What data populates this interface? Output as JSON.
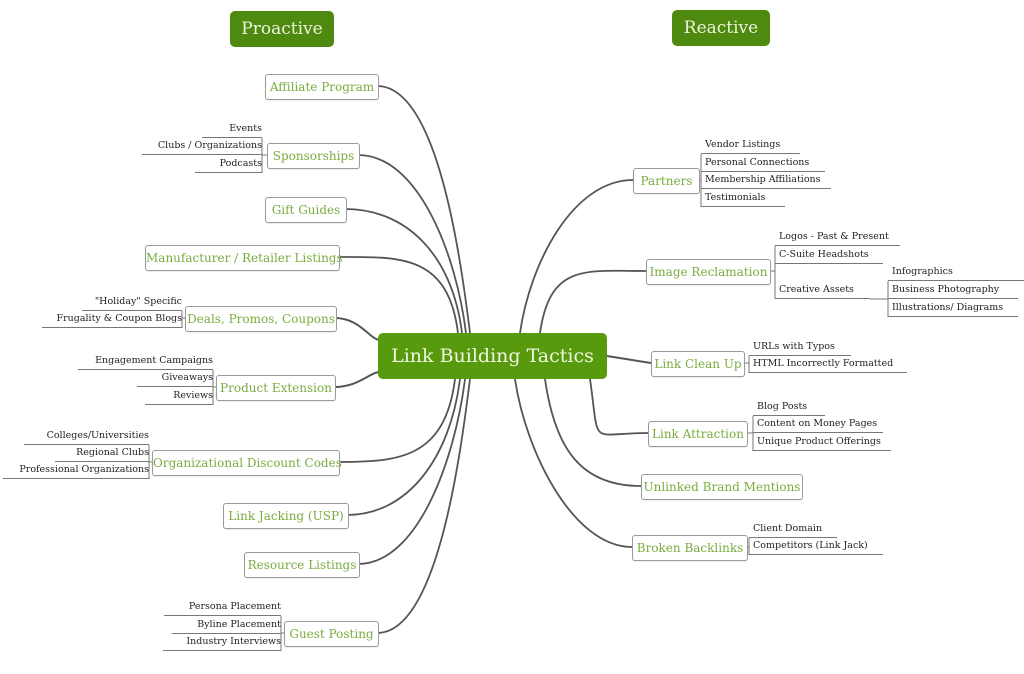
{
  "headers": {
    "proactive": "Proactive",
    "reactive": "Reactive"
  },
  "center": "Link Building Tactics",
  "colors": {
    "header_green": "#4f8a10",
    "center_green": "#589a0e",
    "branch_text": "#7aac3f",
    "connector": "#555555"
  },
  "proactive": [
    {
      "label": "Affiliate Program",
      "children": []
    },
    {
      "label": "Sponsorships",
      "children": [
        "Events",
        "Clubs / Organizations",
        "Podcasts"
      ]
    },
    {
      "label": "Gift Guides",
      "children": []
    },
    {
      "label": "Manufacturer / Retailer Listings",
      "children": []
    },
    {
      "label": "Deals, Promos, Coupons",
      "children": [
        "\"Holiday\" Specific",
        "Frugality & Coupon Blogs"
      ]
    },
    {
      "label": "Product Extension",
      "children": [
        "Engagement Campaigns",
        "Giveaways",
        "Reviews"
      ]
    },
    {
      "label": "Organizational Discount Codes",
      "children": [
        "Colleges/Universities",
        "Regional Clubs",
        "Professional Organizations"
      ]
    },
    {
      "label": "Link Jacking (USP)",
      "children": []
    },
    {
      "label": "Resource Listings",
      "children": []
    },
    {
      "label": "Guest Posting",
      "children": [
        "Persona Placement",
        "Byline Placement",
        "Industry Interviews"
      ]
    }
  ],
  "reactive": [
    {
      "label": "Partners",
      "children": [
        "Vendor Listings",
        "Personal Connections",
        "Membership Affiliations",
        "Testimonials"
      ]
    },
    {
      "label": "Image Reclamation",
      "children": [
        "Logos - Past & Present",
        "C-Suite Headshots",
        "Creative Assets"
      ],
      "grandchildren": [
        "Infographics",
        "Business Photography",
        "Illustrations/ Diagrams"
      ]
    },
    {
      "label": "Link Clean Up",
      "children": [
        "URLs with Typos",
        "HTML Incorrectly Formatted"
      ]
    },
    {
      "label": "Link Attraction",
      "children": [
        "Blog Posts",
        "Content on Money Pages",
        "Unique Product Offerings"
      ]
    },
    {
      "label": "Unlinked Brand Mentions",
      "children": []
    },
    {
      "label": "Broken Backlinks",
      "children": [
        "Client Domain",
        "Competitors (Link Jack)"
      ]
    }
  ]
}
